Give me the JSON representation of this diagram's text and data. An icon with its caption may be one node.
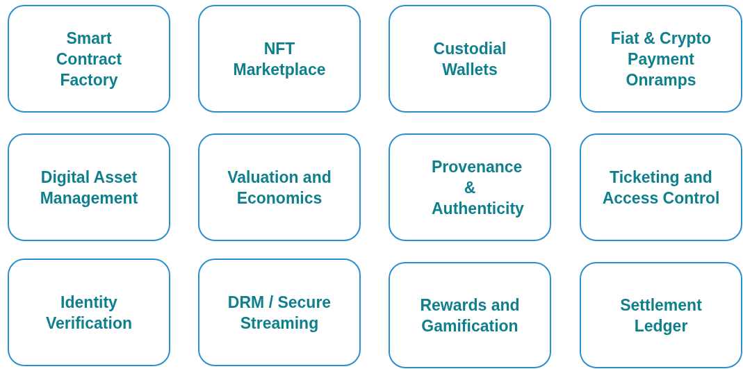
{
  "diagram": {
    "nodes": [
      {
        "text": [
          "Smart Contract Factory"
        ]
      },
      {
        "text": [
          "NFT Marketplace"
        ]
      },
      {
        "text": [
          "Custodial Wallets"
        ]
      },
      {
        "text": [
          "Fiat & Crypto Payment Onramps"
        ]
      },
      {
        "text": [
          "Digital Asset Management"
        ]
      },
      {
        "text": [
          "Valuation and Economics"
        ]
      },
      {
        "text": [
          "Provenance & Authenticity"
        ]
      },
      {
        "text": [
          "Ticketing and Access Control"
        ]
      },
      {
        "text": [
          "Identity Verification"
        ]
      },
      {
        "text": [
          "DRM / Secure Streaming"
        ]
      },
      {
        "text": [
          "Rewards and Gamification"
        ]
      },
      {
        "text": [
          "Settlement Ledger"
        ]
      }
    ]
  }
}
